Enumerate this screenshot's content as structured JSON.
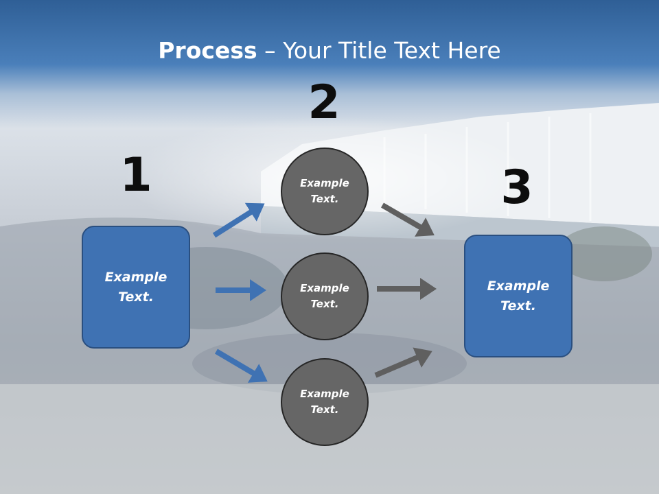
{
  "slide": {
    "title_bold": "Process",
    "title_rest": " – Your Title Text Here",
    "steps": [
      {
        "number": "1",
        "box_text": "Example\nText."
      },
      {
        "number": "2",
        "circles": [
          "Example\nText.",
          "Example\nText.",
          "Example\nText."
        ]
      },
      {
        "number": "3",
        "box_text": "Example\nText."
      }
    ]
  },
  "colors": {
    "accent_blue": "#3f72b3",
    "circle_gray": "#666666",
    "arrow_blue": "#3f72b3",
    "arrow_gray": "#5f5f5f"
  }
}
